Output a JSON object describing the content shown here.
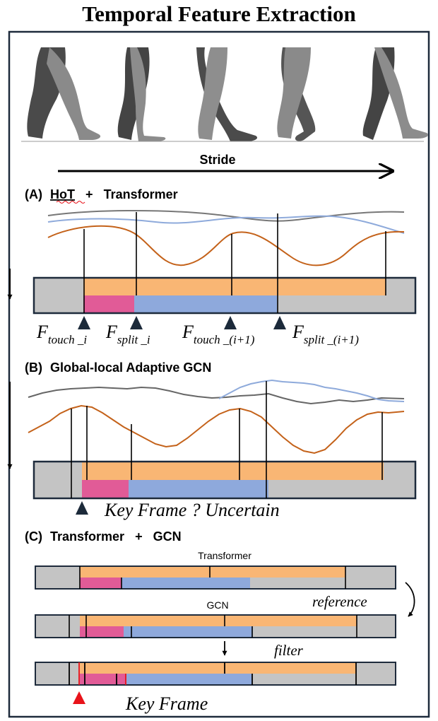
{
  "title": "Temporal Feature Extraction",
  "stride_label": "Stride",
  "panel_a": {
    "label": "(A)",
    "method_1": "HoT",
    "plus": "+",
    "method_2": "Transformer",
    "markers": [
      {
        "F": "F",
        "sub": "touch _i"
      },
      {
        "F": "F",
        "sub": "split _i"
      },
      {
        "F": "F",
        "sub": "touch _(i+1)"
      },
      {
        "F": "F",
        "sub": "split _(i+1)"
      }
    ]
  },
  "panel_b": {
    "label": "(B)",
    "title": "Global-local Adaptive GCN",
    "uncertain_text": "Key Frame ? Uncertain"
  },
  "panel_c": {
    "label": "(C)",
    "method_1": "Transformer",
    "plus": "+",
    "method_2": "GCN",
    "bar_labels": [
      "Transformer",
      "GCN"
    ],
    "reference_text": "reference",
    "filter_text": "filter",
    "key_frame_text": "Key Frame"
  },
  "colors": {
    "orange": "#f9b674",
    "pink": "#e15b97",
    "blue": "#8ea9dc",
    "gray": "#c4c4c4",
    "curve_orange": "#c4621a",
    "curve_blue": "#8eaadb",
    "curve_gray": "#777777",
    "key_red": "#e8131a",
    "frame": "#1e2b3c",
    "marker_dark": "#1c2a3a"
  }
}
